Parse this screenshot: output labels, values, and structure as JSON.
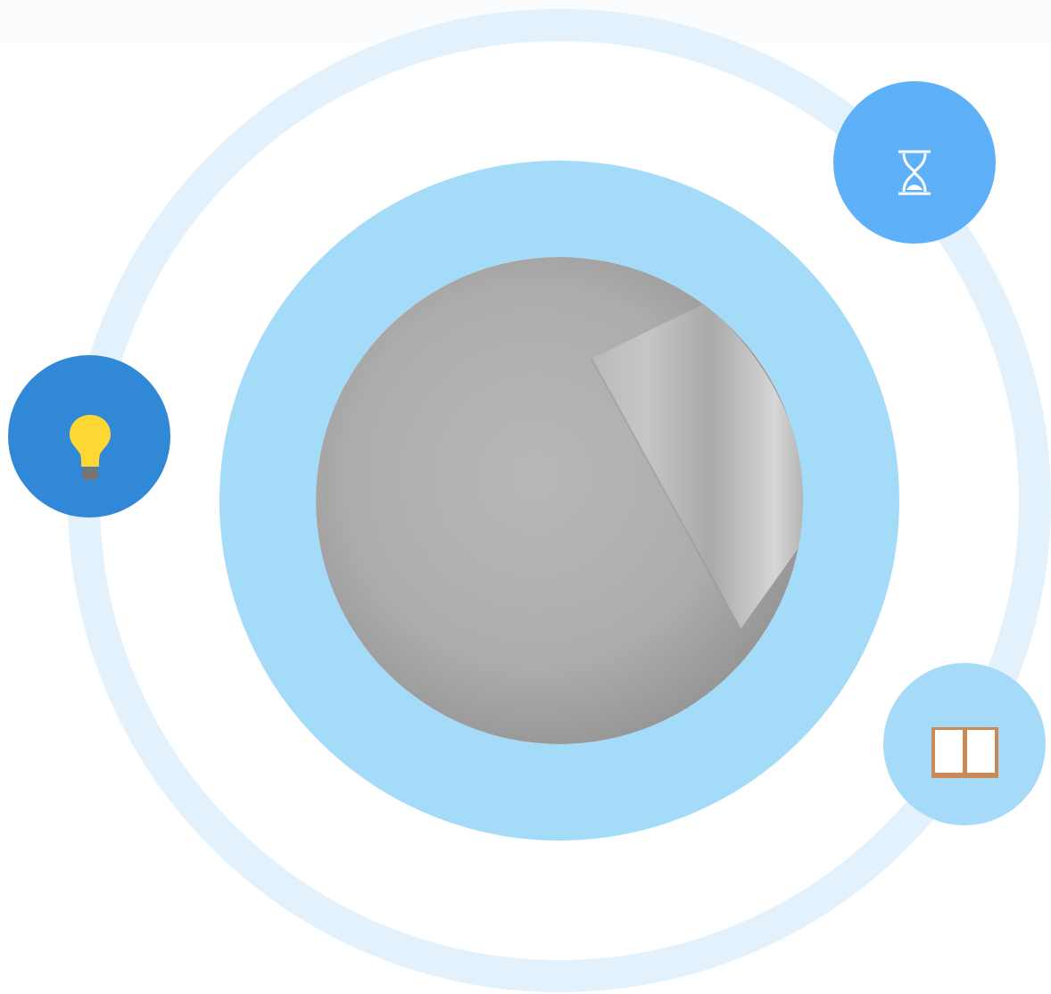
{
  "colors": {
    "background": "#ffffff",
    "top_band": "#fbfcfd",
    "orbit_ring": "#e2f1fc",
    "inner_ring": "#a4dbf8",
    "hourglass_node": "#5eb1f8",
    "lightbulb_node": "#3188d6",
    "book_node": "#a5dbf8",
    "center_disc_light": "#b6b6b6",
    "center_disc_dark": "#949494",
    "page_curl": "#d4d4d4",
    "icon_white": "#ffffff",
    "bulb_yellow": "#fdd835",
    "bulb_base": "#757575",
    "book_brown": "#c98a55"
  },
  "nodes": [
    {
      "name": "hourglass-node",
      "icon": "hourglass-icon"
    },
    {
      "name": "lightbulb-node",
      "icon": "lightbulb-icon"
    },
    {
      "name": "book-node",
      "icon": "book-icon"
    }
  ]
}
